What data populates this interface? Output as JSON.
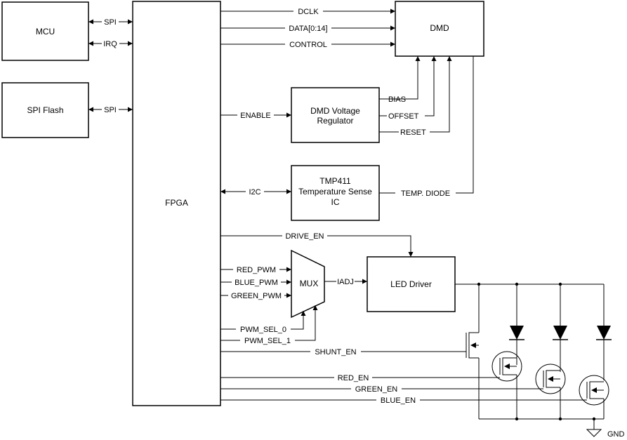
{
  "blocks": {
    "mcu": "MCU",
    "spi_flash": "SPI Flash",
    "fpga": "FPGA",
    "dmd": "DMD",
    "dmd_regulator": [
      "DMD Voltage",
      "Regulator"
    ],
    "tmp411": [
      "TMP411",
      "Temperature Sense",
      "IC"
    ],
    "mux": "MUX",
    "led_driver": "LED Driver"
  },
  "signals": {
    "spi_mcu": "SPI",
    "irq": "IRQ",
    "spi_flash": "SPI",
    "dclk": "DCLK",
    "data": "DATA[0:14]",
    "control": "CONTROL",
    "enable": "ENABLE",
    "bias": "BIAS",
    "offset": "OFFSET",
    "reset": "RESET",
    "i2c": "I2C",
    "temp_diode": "TEMP. DIODE",
    "drive_en": "DRIVE_EN",
    "red_pwm": "RED_PWM",
    "blue_pwm": "BLUE_PWM",
    "green_pwm": "GREEN_PWM",
    "iadj": "IADJ",
    "pwm_sel_0": "PWM_SEL_0",
    "pwm_sel_1": "PWM_SEL_1",
    "shunt_en": "SHUNT_EN",
    "red_en": "RED_EN",
    "green_en": "GREEN_EN",
    "blue_en": "BLUE_EN",
    "gnd": "GND"
  }
}
